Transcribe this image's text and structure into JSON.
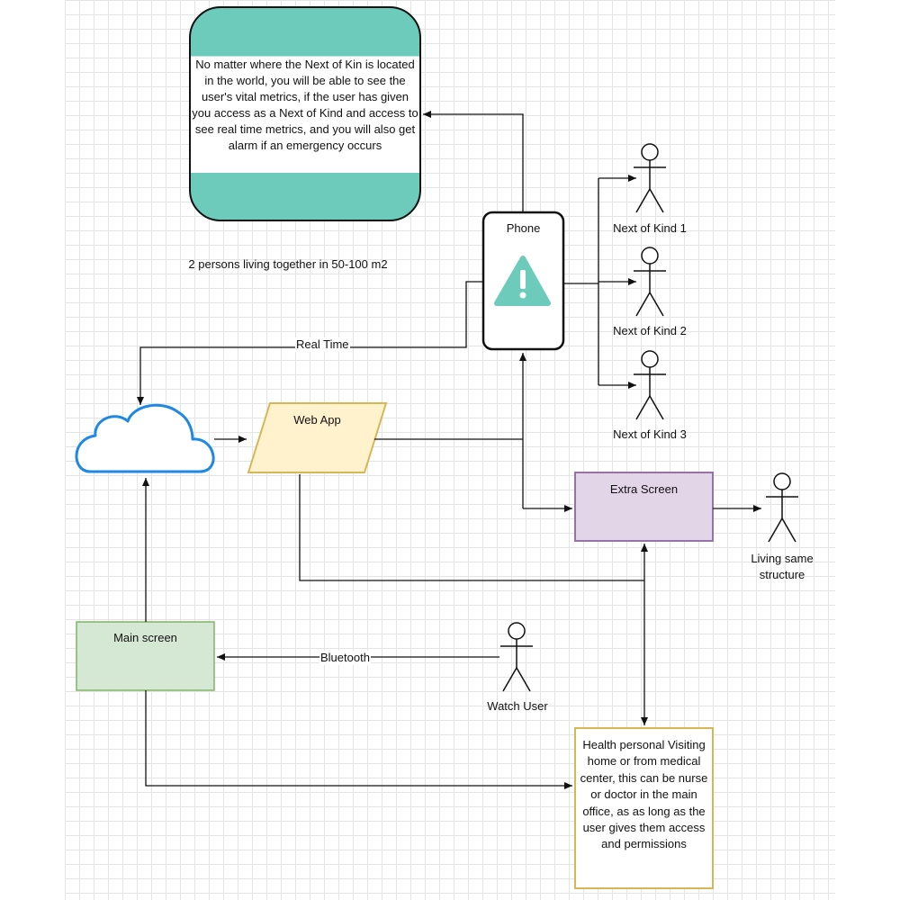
{
  "note": {
    "text": "No matter where the Next of Kin is located in the world, you will be able to see the user's vital metrics, if the user has given you access as a Next of Kind and access to see real time metrics, and you will also get alarm if an emergency occurs"
  },
  "phone": {
    "label": "Phone"
  },
  "info_text": "2 persons living together in 50-100 m2",
  "next_of_kin": [
    {
      "label": "Next of Kind 1"
    },
    {
      "label": "Next of Kind 2"
    },
    {
      "label": "Next of Kind 3"
    }
  ],
  "edges": {
    "real_time": "Real Time",
    "bluetooth": "Bluetooth"
  },
  "web_app": {
    "label": "Web App"
  },
  "extra_screen": {
    "label": "Extra Screen"
  },
  "living_same": {
    "label": "Living same structure"
  },
  "main_screen": {
    "label": "Main screen"
  },
  "watch_user": {
    "label": "Watch User"
  },
  "health": {
    "label": "Health personal Visiting home or from medical center, this can be nurse or doctor in the main office, as as long as the user gives them access and permissions"
  },
  "colors": {
    "teal": "#6ccbba",
    "note_fill": "#ffffff",
    "web_app_fill": "#fff2cc",
    "web_app_stroke": "#d6b656",
    "extra_fill": "#e1d5e7",
    "extra_stroke": "#9673a6",
    "main_fill": "#d5e8d4",
    "main_stroke": "#82b366",
    "health_stroke": "#d6b656",
    "cloud_stroke": "#1e88e5"
  },
  "icons": {
    "phone_alert": "warning-triangle-icon",
    "cloud": "cloud-icon",
    "actor": "stick-figure-icon"
  }
}
